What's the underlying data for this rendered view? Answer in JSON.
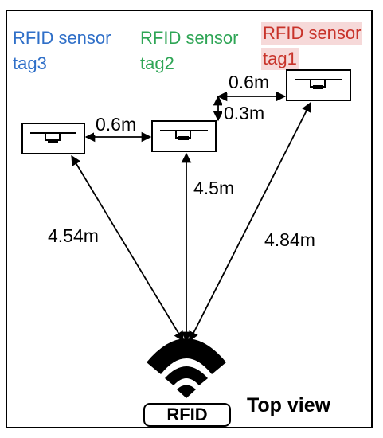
{
  "tags": [
    {
      "line1": "RFID sensor",
      "line2": "tag3",
      "color": "#2f6fc8"
    },
    {
      "line1": "RFID sensor",
      "line2": "tag2",
      "color": "#2ea555"
    },
    {
      "line1": "RFID sensor",
      "line2": "tag1",
      "color": "#c8332a",
      "highlight": "#f6d9d9"
    }
  ],
  "distances": {
    "tag3_tag2": "0.6m",
    "tag2_tag1_horizontal": "0.6m",
    "tag2_tag1_vertical": "0.3m",
    "reader_tag3": "4.54m",
    "reader_tag2": "4.5m",
    "reader_tag1": "4.84m"
  },
  "reader_label": "RFID",
  "view_label": "Top view"
}
